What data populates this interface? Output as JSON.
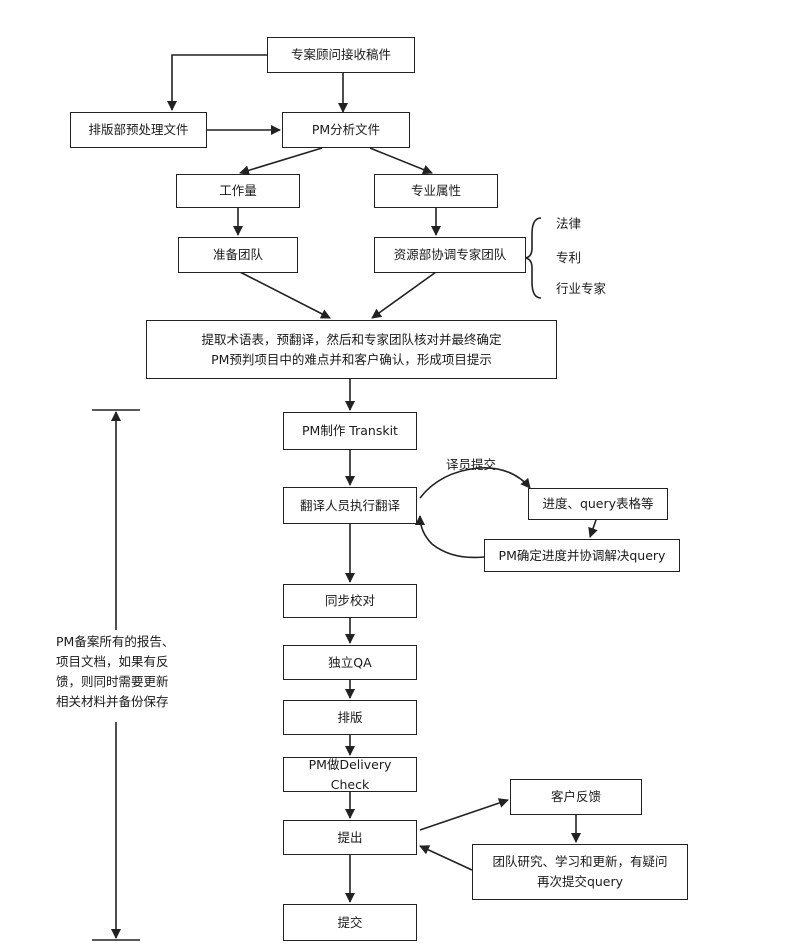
{
  "nodes": {
    "receive": "专案顾问接收稿件",
    "preprocess": "排版部预处理文件",
    "pm_analyze": "PM分析文件",
    "workload": "工作量",
    "attribute": "专业属性",
    "prepare_team": "准备团队",
    "resource_team": "资源部协调专家团队",
    "terms": "提取术语表，预翻译，然后和专家团队核对并最终确定\nPM预判项目中的难点并和客户确认，形成项目提示",
    "transkit": "PM制作 Transkit",
    "translate": "翻译人员执行翻译",
    "progress": "进度、query表格等",
    "pm_query": "PM确定进度并协调解决query",
    "sync_review": "同步校对",
    "independent_qa": "独立QA",
    "typeset": "排版",
    "delivery_check": "PM做Delivery Check",
    "output": "提出",
    "feedback": "客户反馈",
    "team_research": "团队研究、学习和更新，有疑问\n再次提交query",
    "submit": "提交"
  },
  "labels": {
    "translator_submit": "译员提交",
    "law": "法律",
    "patent": "专利",
    "industry": "行业专家",
    "pm_archive": "PM备案所有的报告、\n项目文档，如果有反\n馈，则同时需要更新\n相关材料并备份保存"
  }
}
